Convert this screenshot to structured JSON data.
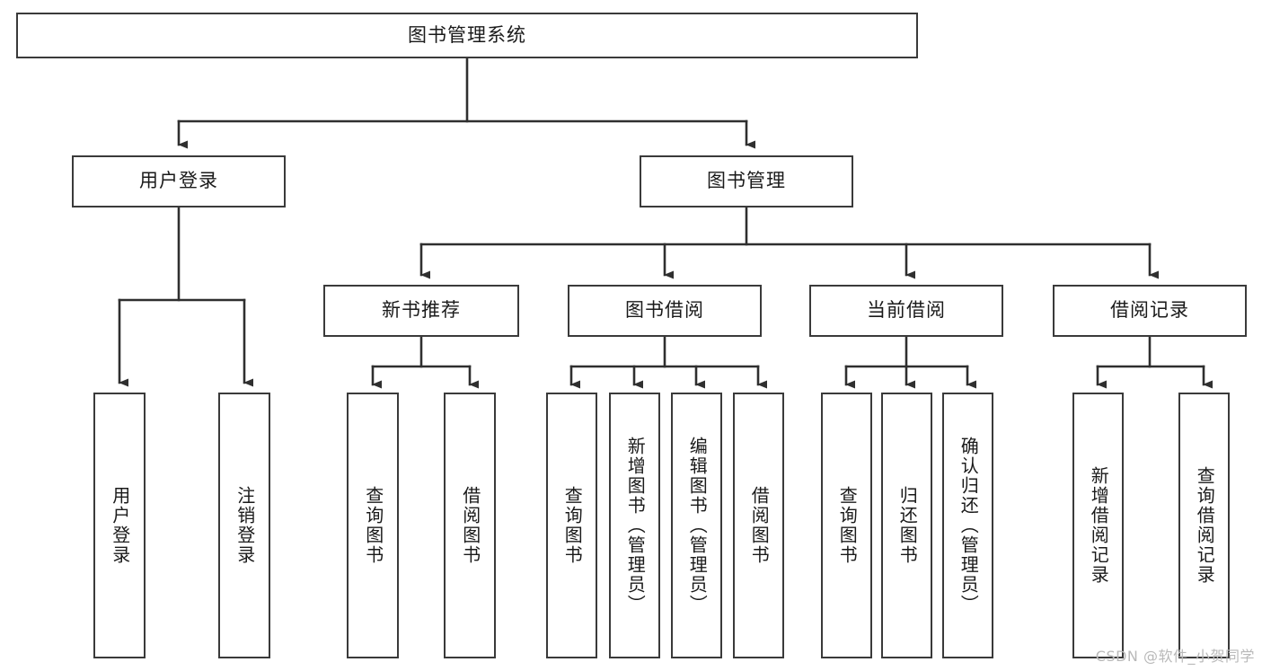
{
  "diagram": {
    "type": "tree",
    "title": "图书管理系统",
    "orientation": "top-down",
    "colors": {
      "box_border": "#3a3a3a",
      "box_fill": "#ffffff",
      "edge": "#2f2f2f",
      "text": "#1a1a1a",
      "watermark": "#b9b9b9",
      "background": "#ffffff"
    },
    "watermark": "CSDN @软件_小贺同学"
  },
  "nodes": {
    "root": {
      "label": "图书管理系统"
    },
    "level2": [
      {
        "id": "user-login",
        "label": "用户登录"
      },
      {
        "id": "book-manage",
        "label": "图书管理"
      }
    ],
    "level3": [
      {
        "id": "new-book-recommend",
        "label": "新书推荐"
      },
      {
        "id": "book-borrow",
        "label": "图书借阅"
      },
      {
        "id": "current-borrow",
        "label": "当前借阅"
      },
      {
        "id": "borrow-record",
        "label": "借阅记录"
      }
    ],
    "leaves": {
      "user-login": [
        {
          "id": "leaf-user-login",
          "label": "用户登录"
        },
        {
          "id": "leaf-logout-login",
          "label": "注销登录"
        }
      ],
      "new-book-recommend": [
        {
          "id": "leaf-query-book-1",
          "label": "查询图书"
        },
        {
          "id": "leaf-borrow-book-1",
          "label": "借阅图书"
        }
      ],
      "book-borrow": [
        {
          "id": "leaf-query-book-2",
          "label": "查询图书"
        },
        {
          "id": "leaf-add-book",
          "label": "新增图书（管理员）"
        },
        {
          "id": "leaf-edit-book",
          "label": "编辑图书（管理员）"
        },
        {
          "id": "leaf-borrow-book-2",
          "label": "借阅图书"
        }
      ],
      "current-borrow": [
        {
          "id": "leaf-query-book-3",
          "label": "查询图书"
        },
        {
          "id": "leaf-return-book",
          "label": "归还图书"
        },
        {
          "id": "leaf-confirm-return",
          "label": "确认归还（管理员）"
        }
      ],
      "borrow-record": [
        {
          "id": "leaf-add-record",
          "label": "新增借阅记录"
        },
        {
          "id": "leaf-query-record",
          "label": "查询借阅记录"
        }
      ]
    }
  }
}
